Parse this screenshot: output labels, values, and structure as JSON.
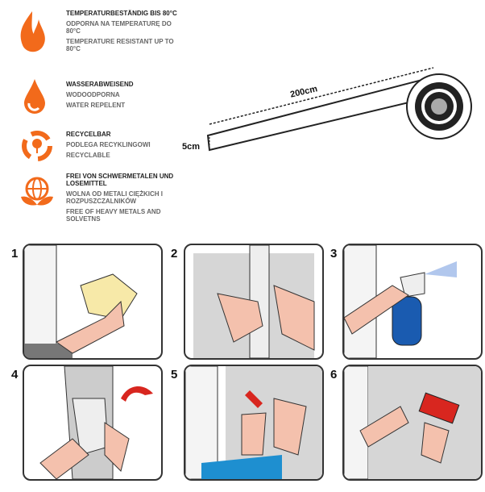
{
  "features": [
    {
      "icon": "flame-icon",
      "de": "TEMPERATURBESTÄNDIG BIS 80°C",
      "pl": "ODPORNA NA TEMPERATURĘ DO 80°C",
      "en": "TEMPERATURE RESISTANT UP TO 80°C"
    },
    {
      "icon": "water-drop-icon",
      "de": "WASSERABWEISEND",
      "pl": "WODOODPORNA",
      "en": "WATER REPELENT"
    },
    {
      "icon": "recycle-icon",
      "de": "RECYCELBAR",
      "pl": "PODLEGA RECYKLINGOWI",
      "en": "RECYCLABLE"
    },
    {
      "icon": "globe-leaves-icon",
      "de": "FREI VON SCHWERMETALEN UND LOSEMITTEL",
      "pl": "WOLNA OD METALI CIĘŻKICH I ROZPUSZCZALNIKÓW",
      "en": "FREE OF HEAVY METALS AND SOLVETNS"
    }
  ],
  "tape": {
    "length": "200cm",
    "width": "5cm"
  },
  "steps": [
    "1",
    "2",
    "3",
    "4",
    "5",
    "6"
  ],
  "colors": {
    "accent": "#f26a1b",
    "red": "#d8261f",
    "blue": "#1a5bb0"
  }
}
